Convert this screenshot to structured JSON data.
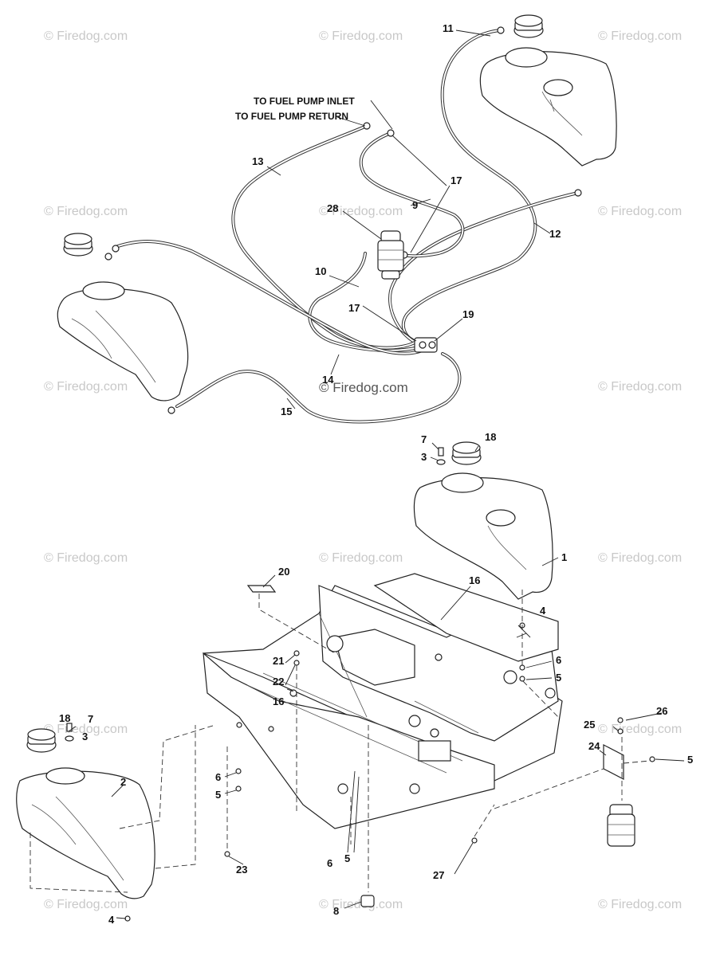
{
  "watermark": "© Firedog.com",
  "labels": {
    "inlet": "TO FUEL PUMP INLET",
    "return": "TO FUEL PUMP RETURN"
  },
  "callouts": {
    "c1": "1",
    "c2": "2",
    "c3a": "3",
    "c3b": "3",
    "c4a": "4",
    "c4b": "4",
    "c5a": "5",
    "c5b": "5",
    "c5c": "5",
    "c5d": "5",
    "c6a": "6",
    "c6b": "6",
    "c6c": "6",
    "c7a": "7",
    "c7b": "7",
    "c8": "8",
    "c9": "9",
    "c10": "10",
    "c11": "11",
    "c12": "12",
    "c13": "13",
    "c14": "14",
    "c15": "15",
    "c16a": "16",
    "c16b": "16",
    "c17a": "17",
    "c17b": "17",
    "c18a": "18",
    "c18b": "18",
    "c19": "19",
    "c20": "20",
    "c21": "21",
    "c22": "22",
    "c23": "23",
    "c24": "24",
    "c25": "25",
    "c26": "26",
    "c27": "27",
    "c28": "28"
  }
}
